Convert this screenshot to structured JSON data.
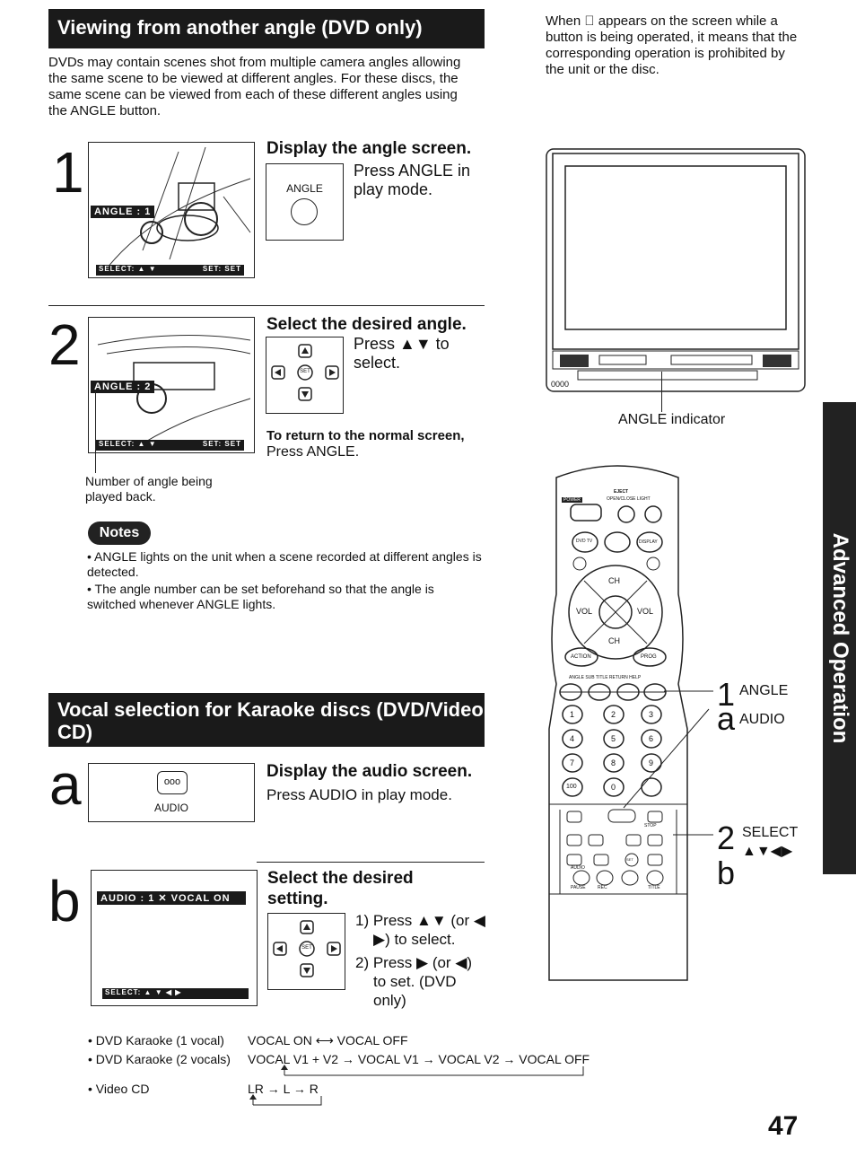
{
  "section1": {
    "heading": "Viewing from another angle (DVD only)",
    "intro": "DVDs may contain scenes shot from multiple camera angles allowing the same scene to be viewed at different angles. For these discs, the same scene can be viewed from each of these different angles using the ANGLE button."
  },
  "side_note": "When ⃠ appears on the screen while a button is being operated, it means that the corresponding operation is prohibited by the unit or the disc.",
  "step1": {
    "num": "1",
    "title": "Display the angle screen.",
    "osd_top": "ANGLE : 1",
    "osd_bottom_left": "SELECT: ▲ ▼",
    "osd_bottom_right": "SET: SET",
    "button_label": "ANGLE",
    "instruction": "Press ANGLE in play mode."
  },
  "step2": {
    "num": "2",
    "title": "Select the desired angle.",
    "osd_top": "ANGLE : 2",
    "osd_bottom_left": "SELECT: ▲ ▼",
    "osd_bottom_right": "SET: SET",
    "set_label": "SET",
    "instruction": "Press ▲▼ to select.",
    "return_title": "To return to the normal screen,",
    "return_text": "Press ANGLE.",
    "callout": "Number of angle being played back."
  },
  "tv": {
    "indicator_label": "ANGLE indicator",
    "counter": "0000"
  },
  "notes": {
    "badge": "Notes",
    "items": [
      "• ANGLE lights on the unit when a scene recorded at different angles is detected.",
      "• The angle number can be set beforehand so that the angle is switched whenever ANGLE lights."
    ]
  },
  "section2": {
    "heading": "Vocal selection for Karaoke discs (DVD/Video CD)"
  },
  "stepa": {
    "letter": "a",
    "button_label": "AUDIO",
    "title": "Display the audio screen.",
    "instruction": "Press AUDIO in play mode."
  },
  "stepb": {
    "letter": "b",
    "osd_top": "AUDIO : 1 ✕ VOCAL ON",
    "osd_bottom": "SELECT: ▲ ▼ ◀ ▶",
    "title_line1": "Select the desired",
    "title_line2": "setting.",
    "set_label": "SET",
    "instr1_a": "1) Press ▲▼ (or ◀",
    "instr1_b": "▶) to select.",
    "instr2_a": "2) Press ▶ (or ◀)",
    "instr2_b": "to set. (DVD",
    "instr2_c": "only)"
  },
  "remote": {
    "eject_label": "EJECT",
    "power_label": "POWER",
    "top_labels": "OPEN/CLOSE  LIGHT",
    "dvd_tv": "DVD TV",
    "display": "DISPLAY",
    "ch": "CH",
    "vol": "VOL",
    "action": "ACTION",
    "prog": "PROG",
    "row_labels": "ANGLE SUB TITLE RETURN HELP",
    "keys": [
      "1",
      "2",
      "3",
      "4",
      "5",
      "6",
      "7",
      "8",
      "9",
      "100",
      "0"
    ],
    "pause": "PAUSE",
    "rec": "REC",
    "title": "TITLE",
    "set": "SET",
    "stop": "STOP",
    "audio": "AUDIO"
  },
  "callouts": {
    "c1_num": "1",
    "c1_label": "ANGLE",
    "ca_letter": "a",
    "ca_label": "AUDIO",
    "c2_num": "2",
    "c2_label": "SELECT",
    "c2_arrows": "▲▼◀▶",
    "cb_letter": "b"
  },
  "side_tab": "Advanced Operation",
  "modes": [
    {
      "name": "• DVD Karaoke (1 vocal)",
      "flow": "VOCAL ON ⟷ VOCAL OFF"
    },
    {
      "name": "• DVD Karaoke (2 vocals)",
      "flow": "VOCAL V1 + V2 → VOCAL V1 → VOCAL V2 → VOCAL OFF"
    },
    {
      "name": "• Video CD",
      "flow": "LR → L → R"
    }
  ],
  "page_number": "47"
}
